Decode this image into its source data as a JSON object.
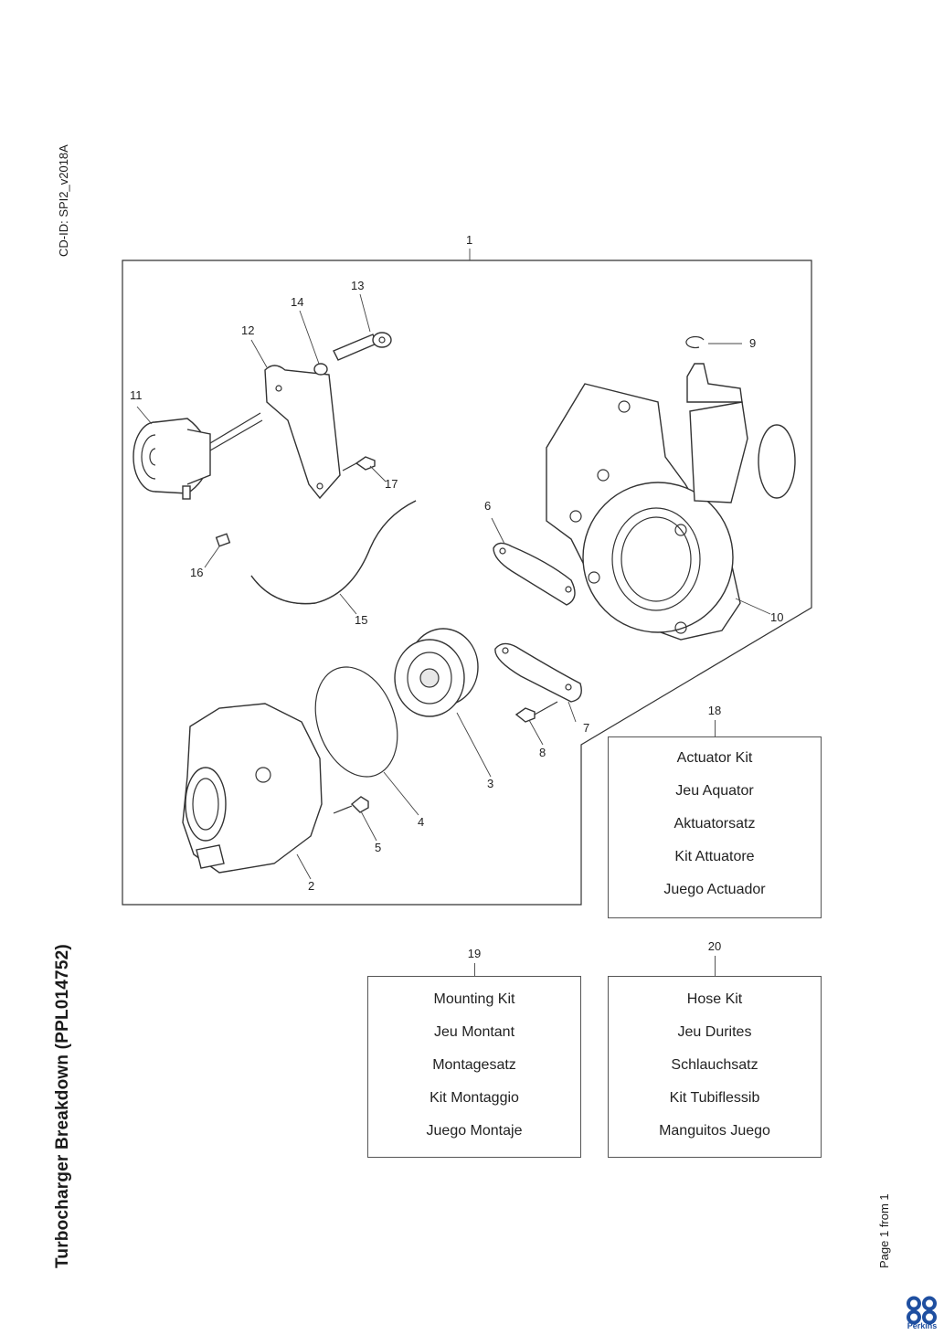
{
  "header": {
    "cd_id": "CD-ID: SPI2_v2018A"
  },
  "title": "Turbocharger Breakdown (PPL014752)",
  "footer": {
    "page": "Page 1 from 1",
    "brand": "Perkins"
  },
  "callouts": {
    "c1": "1",
    "c2": "2",
    "c3": "3",
    "c4": "4",
    "c5": "5",
    "c6": "6",
    "c7": "7",
    "c8": "8",
    "c9": "9",
    "c10": "10",
    "c11": "11",
    "c12": "12",
    "c13": "13",
    "c14": "14",
    "c15": "15",
    "c16": "16",
    "c17": "17"
  },
  "kits": [
    {
      "number": "18",
      "lines": [
        "Actuator Kit",
        "Jeu Aquator",
        "Aktuatorsatz",
        "Kit Attuatore",
        "Juego Actuador"
      ]
    },
    {
      "number": "19",
      "lines": [
        "Mounting Kit",
        "Jeu Montant",
        "Montagesatz",
        "Kit Montaggio",
        "Juego Montaje"
      ]
    },
    {
      "number": "20",
      "lines": [
        "Hose Kit",
        "Jeu Durites",
        "Schlauchsatz",
        "Kit Tubiflessib",
        "Manguitos Juego"
      ]
    }
  ],
  "colors": {
    "logo_blue": "#1f4fa0",
    "line": "#333333"
  }
}
